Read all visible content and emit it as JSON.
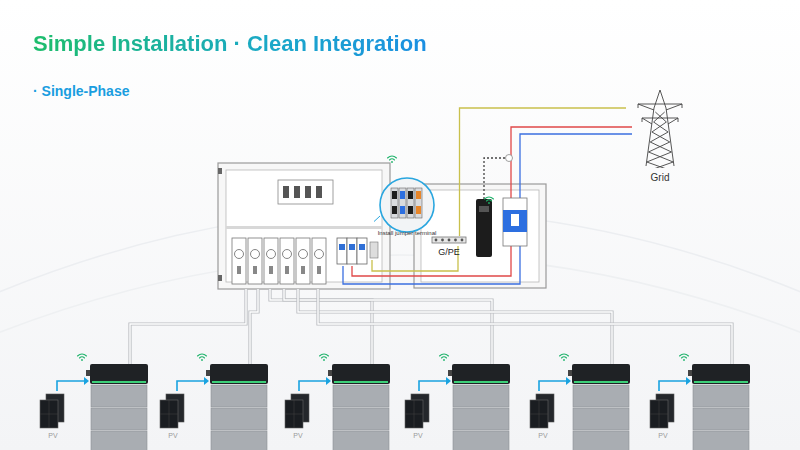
{
  "diagram": {
    "title": "Simple Installation · Clean Integration",
    "nodes": [
      {
        "text": [
          "Grid"
        ]
      },
      {
        "text": [
          "Install jumper terminal"
        ]
      },
      {
        "text": [
          "G/PE"
        ]
      },
      {
        "text": [
          "PV"
        ]
      },
      {
        "text": [
          "PV"
        ]
      },
      {
        "text": [
          "PV"
        ]
      },
      {
        "text": [
          "PV"
        ]
      },
      {
        "text": [
          "PV"
        ]
      },
      {
        "text": [
          "PV"
        ]
      }
    ],
    "edges": [
      {
        "from": 0,
        "to": 2,
        "arrow": "none"
      }
    ],
    "labels": [
      "· Single-Phase"
    ]
  }
}
